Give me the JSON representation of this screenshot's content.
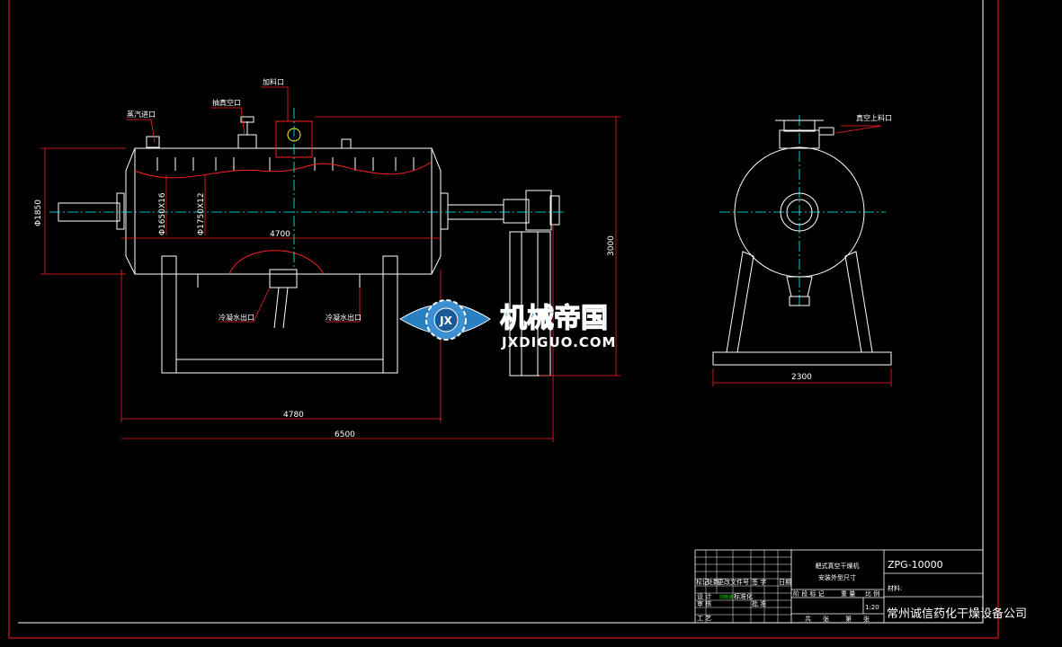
{
  "drawing": {
    "labels": {
      "steam_inlet": "蒸汽进口",
      "vacuum_port": "抽真空口",
      "feed_port": "加料口",
      "condensate_outlet_left": "冷凝水出口",
      "condensate_outlet_right": "冷凝水出口",
      "vacuum_gauge_port": "真空上料口"
    },
    "dimensions": {
      "height": "Φ1850",
      "inner_dia": "Φ1650X16",
      "outer_dia": "Φ1750X12",
      "shell_length": "4700",
      "frame_length": "4780",
      "total_length": "6500",
      "total_height": "3000",
      "side_width": "2300"
    }
  },
  "watermark": {
    "cn": "机械帝国",
    "en": "JXDIGUO.COM",
    "emblem": "JX"
  },
  "title_block": {
    "drawing_title_line1": "耙式真空干燥机",
    "drawing_title_line2": "安装外型尺寸",
    "drawing_no": "ZPG-10000",
    "material_label": "材料:",
    "scale": "1:20",
    "company": "常州诚信药化干燥设备公司",
    "head_row": [
      "标记",
      "处数",
      "更改文件号",
      "签 字",
      "日期"
    ],
    "rows_left": [
      "设 计",
      "审 核",
      "工 艺"
    ],
    "std_label": "标准化",
    "approve_label": "批 准",
    "sig_name": "刘晓波",
    "stage_row": [
      "阶 段 标 记",
      "重 量",
      "比 例"
    ],
    "sheet_row": [
      "共",
      "张",
      "第",
      "张"
    ]
  },
  "colors": {
    "background": "#000000",
    "line": "#ffffff",
    "dimension": "#ff0000",
    "centerline": "#00ffff",
    "accent": "#ffff00",
    "logo_blue": "#2a7fc0"
  }
}
